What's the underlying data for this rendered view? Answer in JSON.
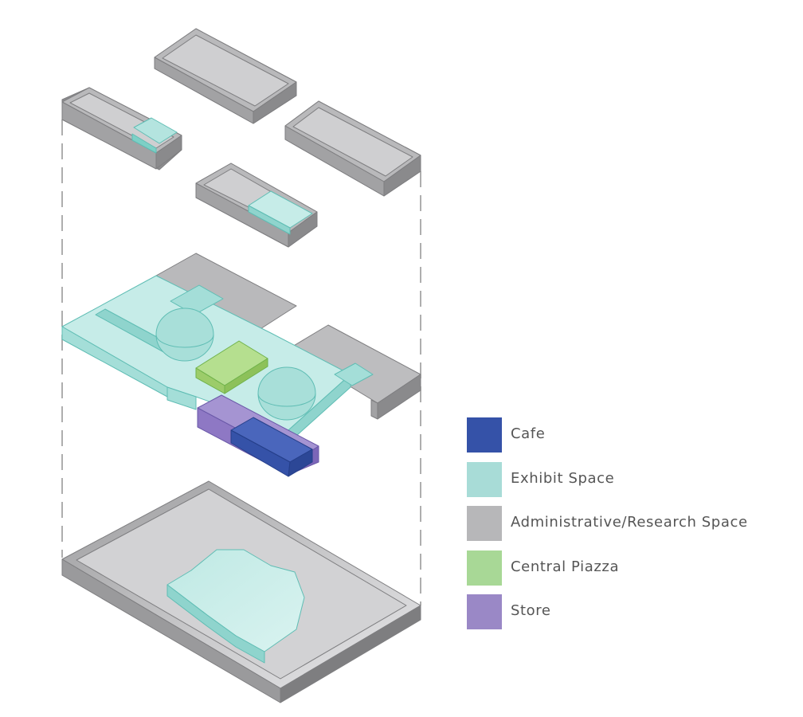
{
  "legend": {
    "items": [
      {
        "label": "Cafe",
        "color": "#3552a8"
      },
      {
        "label": "Exhibit Space",
        "color": "#a8dcd7"
      },
      {
        "label": "Administrative/Research Space",
        "color": "#b7b7b9"
      },
      {
        "label": "Central Piazza",
        "color": "#a8d896"
      },
      {
        "label": "Store",
        "color": "#9a88c6"
      }
    ]
  },
  "colors": {
    "admin_top": "#bdbdbf",
    "admin_wall": "#9a9a9c",
    "admin_wall_dark": "#858587",
    "exhibit_top": "#c6ece8",
    "exhibit_wall": "#8fd4cd",
    "cafe": "#3552a8",
    "store": "#8e78c4",
    "piazza": "#9ccc6a",
    "guide_line": "#9a9a9a"
  }
}
